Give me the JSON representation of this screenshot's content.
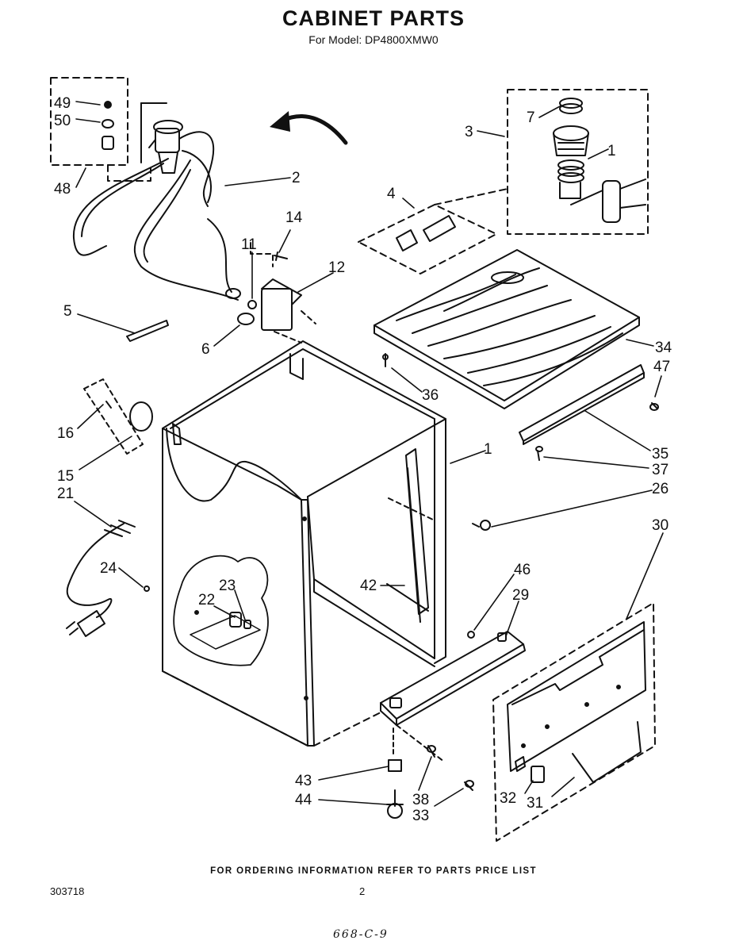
{
  "header": {
    "title": "CABINET PARTS",
    "model": "For Model: DP4800XMW0"
  },
  "callouts": {
    "c49": "49",
    "c50": "50",
    "c48": "48",
    "c2": "2",
    "c3": "3",
    "c7": "7",
    "c1_filter": "1",
    "c4": "4",
    "c14": "14",
    "c11": "11",
    "c12": "12",
    "c5": "5",
    "c6": "6",
    "c34": "34",
    "c47": "47",
    "c36": "36",
    "c16": "16",
    "c15": "15",
    "c21": "21",
    "c1_cabinet": "1",
    "c35": "35",
    "c37": "37",
    "c26": "26",
    "c30": "30",
    "c24": "24",
    "c23": "23",
    "c22": "22",
    "c46": "46",
    "c42": "42",
    "c29": "29",
    "c43": "43",
    "c44": "44",
    "c38": "38",
    "c33": "33",
    "c32": "32",
    "c31": "31"
  },
  "footer": {
    "ordering_note": "FOR ORDERING INFORMATION REFER TO PARTS PRICE LIST",
    "doc_number": "303718",
    "page_number": "2",
    "handwritten": "668-C-9"
  }
}
